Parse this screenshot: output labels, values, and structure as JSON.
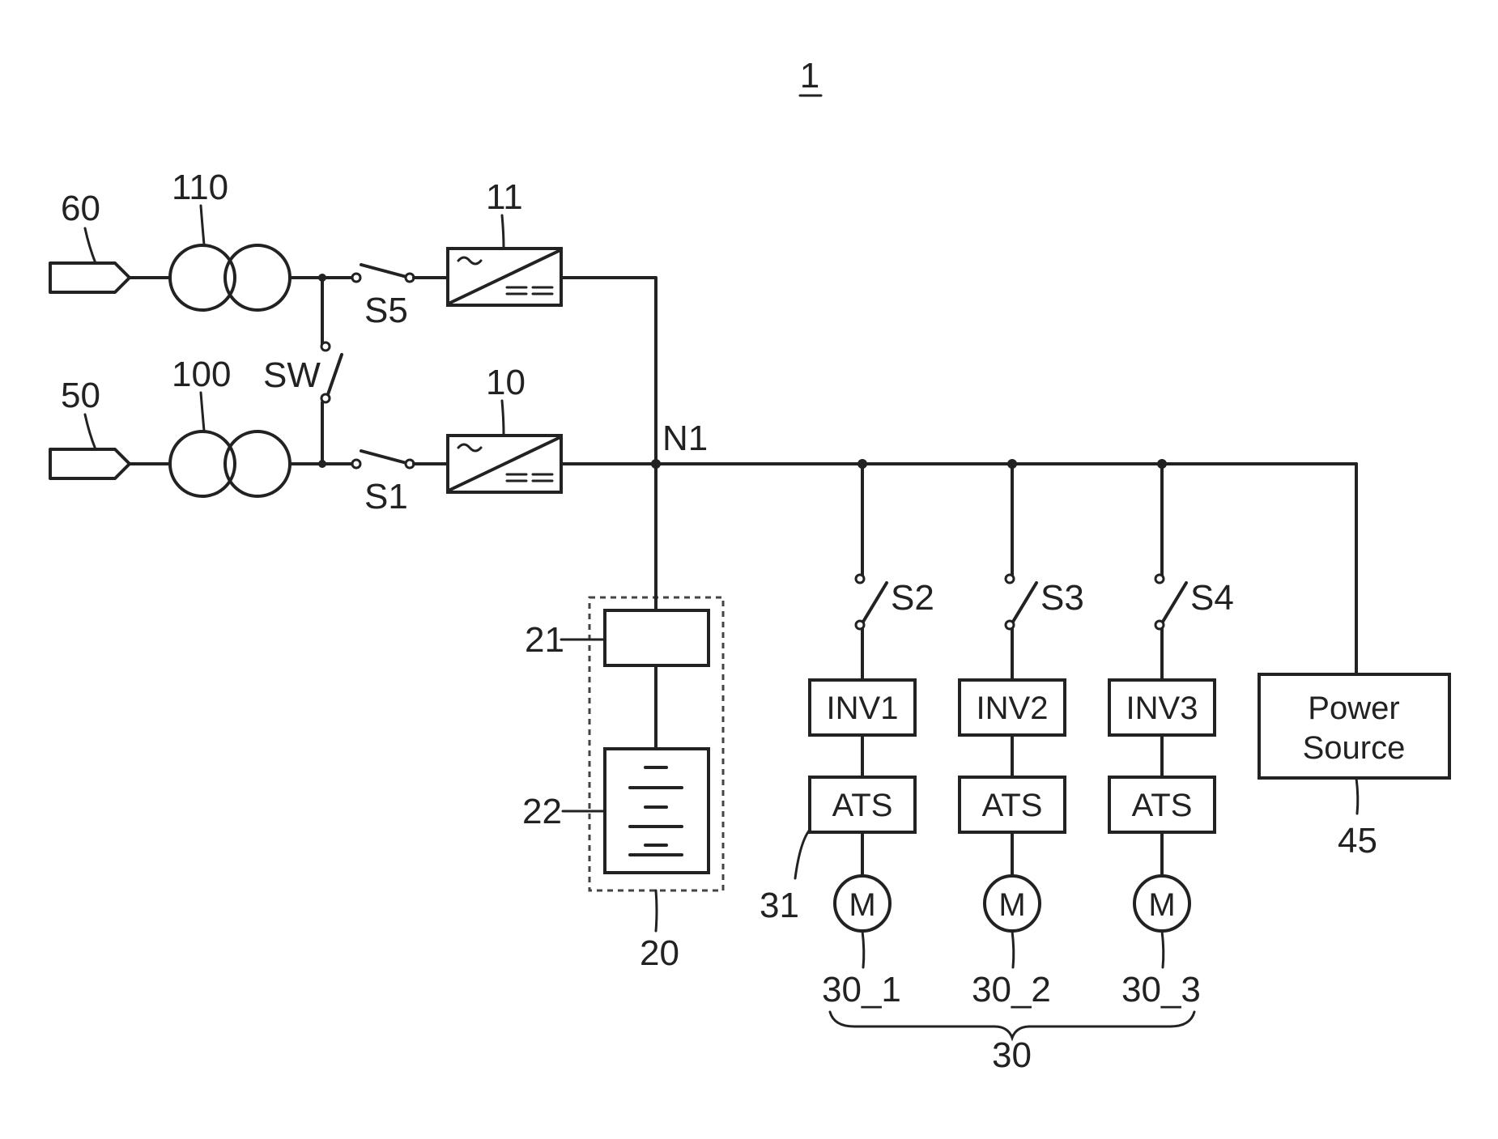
{
  "figure_label": "1",
  "refs": {
    "source_top": "60",
    "source_bottom": "50",
    "transformer_top": "110",
    "transformer_bottom": "100",
    "switch_top": "S5",
    "switch_bottom": "S1",
    "switch_tie": "SW",
    "converter_top": "11",
    "converter_bottom": "10",
    "node": "N1",
    "storage_unit": "20",
    "storage_converter": "21",
    "battery": "22",
    "switch_branch_1": "S2",
    "switch_branch_2": "S3",
    "switch_branch_3": "S4",
    "ats_ref": "31",
    "motor_1": "30_1",
    "motor_2": "30_2",
    "motor_3": "30_3",
    "motor_group": "30",
    "power_source_ref": "45"
  },
  "blocks": {
    "inv1": "INV1",
    "inv2": "INV2",
    "inv3": "INV3",
    "ats1": "ATS",
    "ats2": "ATS",
    "ats3": "ATS",
    "motor_symbol_1": "M",
    "motor_symbol_2": "M",
    "motor_symbol_3": "M",
    "power_source_line1": "Power",
    "power_source_line2": "Source"
  }
}
